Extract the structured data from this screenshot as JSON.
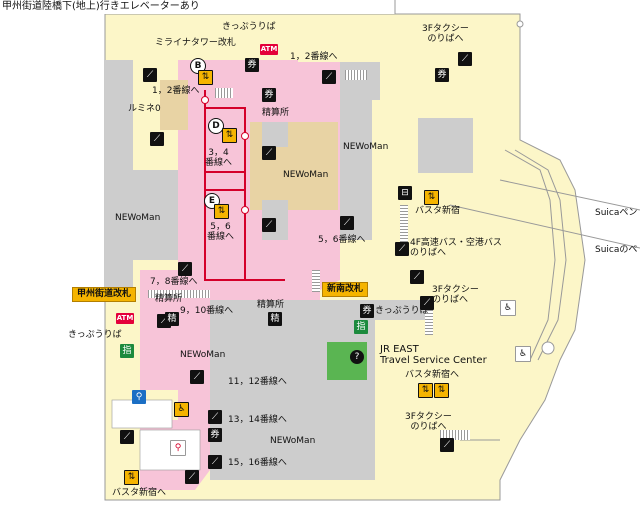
{
  "labels": {
    "top_note": "甲州街道陸橋下(地上)行きエレベーターあり",
    "kippu_top": "きっぷうりば",
    "mirai_gate": "ミライナタワー改札",
    "plat12_top": "1，2番線へ",
    "plat12_left": "1，2番線へ",
    "seisan_top": "精算所",
    "lumine": "ルミネ0",
    "newoman_right": "NEWoMan",
    "newoman_center": "NEWoMan",
    "plat34": "3，4\n番線へ",
    "newoman_left": "NEWoMan",
    "plat56_left": "5，6\n番線へ",
    "plat56_right": "5，6番線へ",
    "plat78": "7，8番線へ",
    "koshu_gate": "甲州街道改札",
    "shinminami_gate": "新南改札",
    "seisan_left": "精算所",
    "seisan_mid": "精算所",
    "plat910": "9，10番線へ",
    "kippu_left": "きっぷうりば",
    "kippu_right": "きっぷうりば",
    "newoman_lower": "NEWoMan",
    "plat1112": "11，12番線へ",
    "plat1314": "13，14番線へ",
    "newoman_bottom": "NEWoMan",
    "plat1516": "15，16番線へ",
    "busta_bottom": "バスタ新宿へ",
    "taxi_topright": "3Fタクシー\nのりばへ",
    "busta_mid": "バスタ新宿",
    "bus4f": "4F高速バス・空港バス\nのりばへ",
    "taxi_mid": "3Fタクシー\nのりばへ",
    "travel_center_jp": "JR EAST",
    "travel_center_en": "Travel Service Center",
    "busta_right": "バスタ新宿へ",
    "taxi_bottom": "3Fタクシー\nのりばへ",
    "suica_bench": "Suicaペン",
    "suica_pe": "Suicaのペ",
    "shitei": "指"
  },
  "markers": {
    "b": "B",
    "d": "D",
    "e": "E"
  },
  "icons": {
    "atm": "ATM",
    "question": "?"
  },
  "colors": {
    "concourse_pink": "#f7c4d8",
    "floor_yellow": "#fcf6c8",
    "shop_tan": "#e8d3a4",
    "building_gray": "#cdcdcd",
    "route_red": "#d4002a",
    "gate_yellow": "#f5b400",
    "travel_green": "#5ab552"
  }
}
